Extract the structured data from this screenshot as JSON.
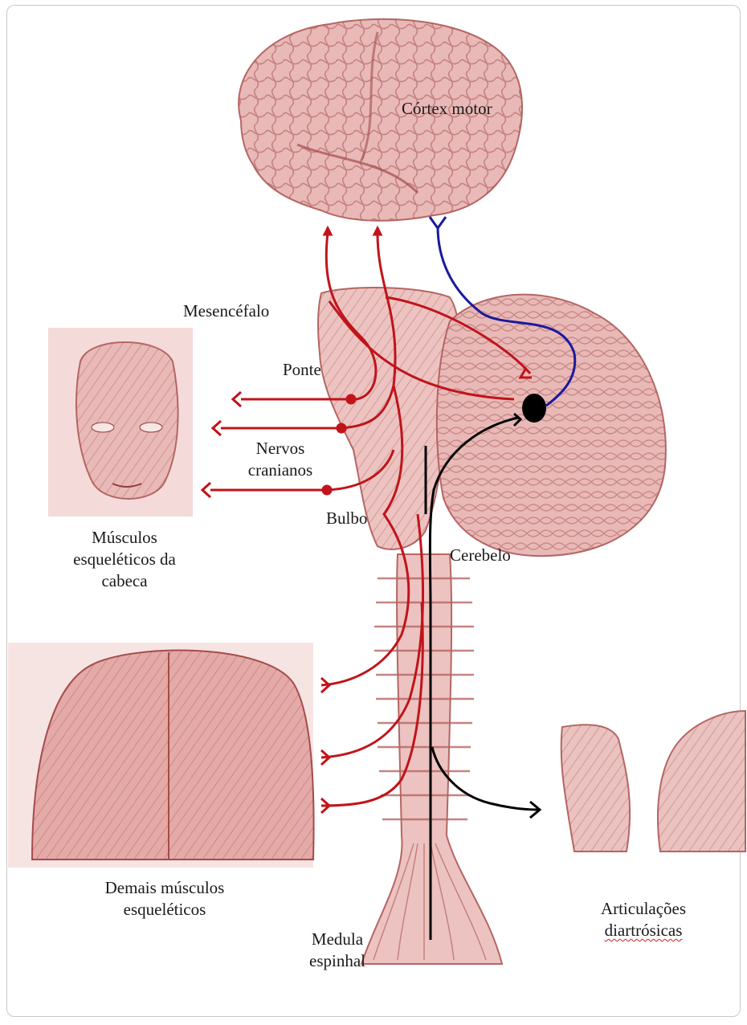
{
  "labels": {
    "cortex_motor": "Córtex motor",
    "mesencefalo": "Mesencéfalo",
    "ponte": "Ponte",
    "nervos_cranianos_line1": "Nervos",
    "nervos_cranianos_line2": "cranianos",
    "bulbo": "Bulbo",
    "cerebelo": "Cerebelo",
    "musculos_cabeca_line1": "Músculos",
    "musculos_cabeca_line2": "esqueléticos da",
    "musculos_cabeca_line3": "cabeca",
    "demais_musculos_line1": "Demais músculos",
    "demais_musculos_line2": "esqueléticos",
    "medula_line1": "Medula",
    "medula_line2": "espinhal",
    "articulacoes_line1": "Articulações",
    "articulacoes_line2": "diartrósicas"
  },
  "colors": {
    "tissue": "#e8b9b7",
    "tissue_dark": "#b56663",
    "motor_pathway": "#c0141a",
    "cortex_cerebellum_pathway": "#1a1a9c",
    "proprioceptive_pathway": "#000000",
    "nucleus": "#000000"
  }
}
